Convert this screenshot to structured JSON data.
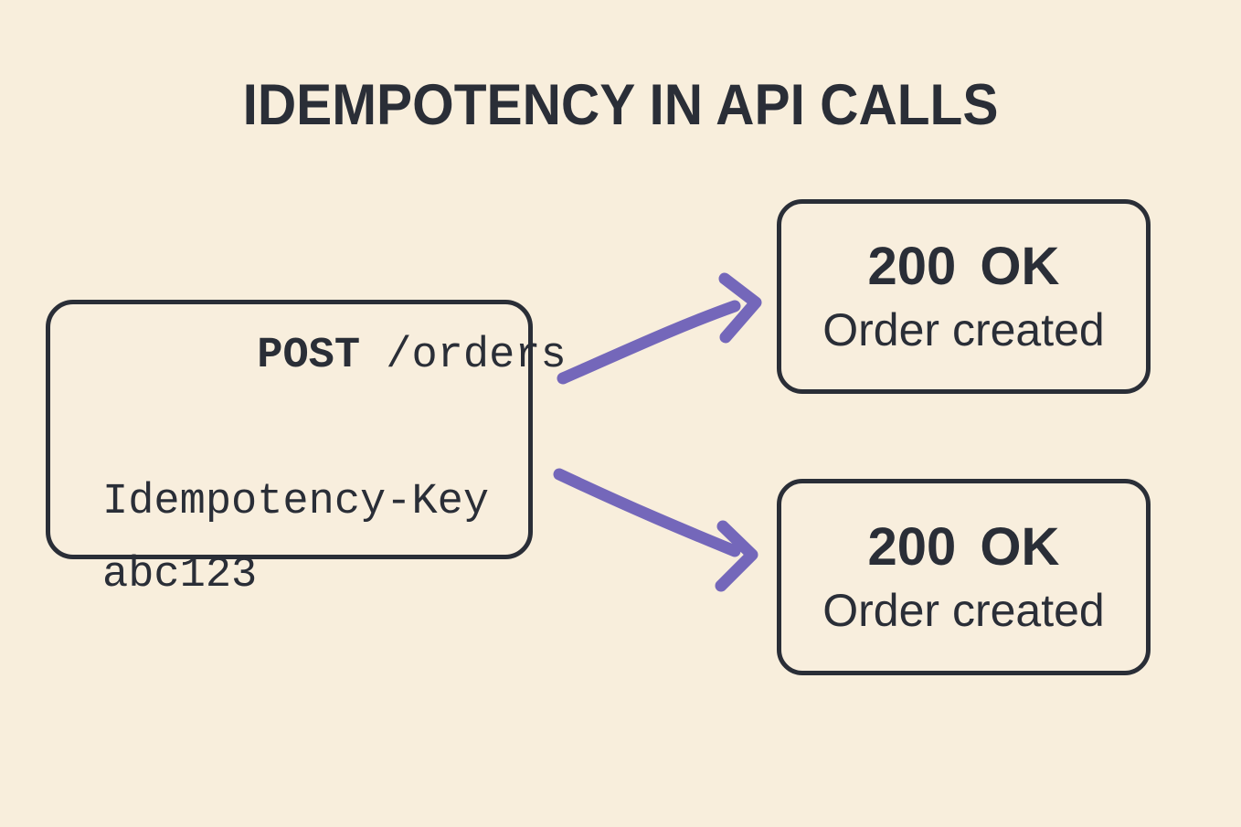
{
  "title": "IDEMPOTENCY IN API CALLS",
  "request": {
    "method": "POST",
    "path": " /orders",
    "header_name": "Idempotency-Key",
    "header_value": "abc123"
  },
  "responses": [
    {
      "status": "200 OK",
      "message": "Order created"
    },
    {
      "status": "200 OK",
      "message": "Order created"
    }
  ],
  "icons": {
    "top_arrow": "curved-arrow-right-up-icon",
    "bottom_arrow": "curved-arrow-right-down-icon"
  },
  "colors": {
    "background": "#f8eedc",
    "ink": "#2a2e37",
    "arrow": "#7467ba"
  }
}
